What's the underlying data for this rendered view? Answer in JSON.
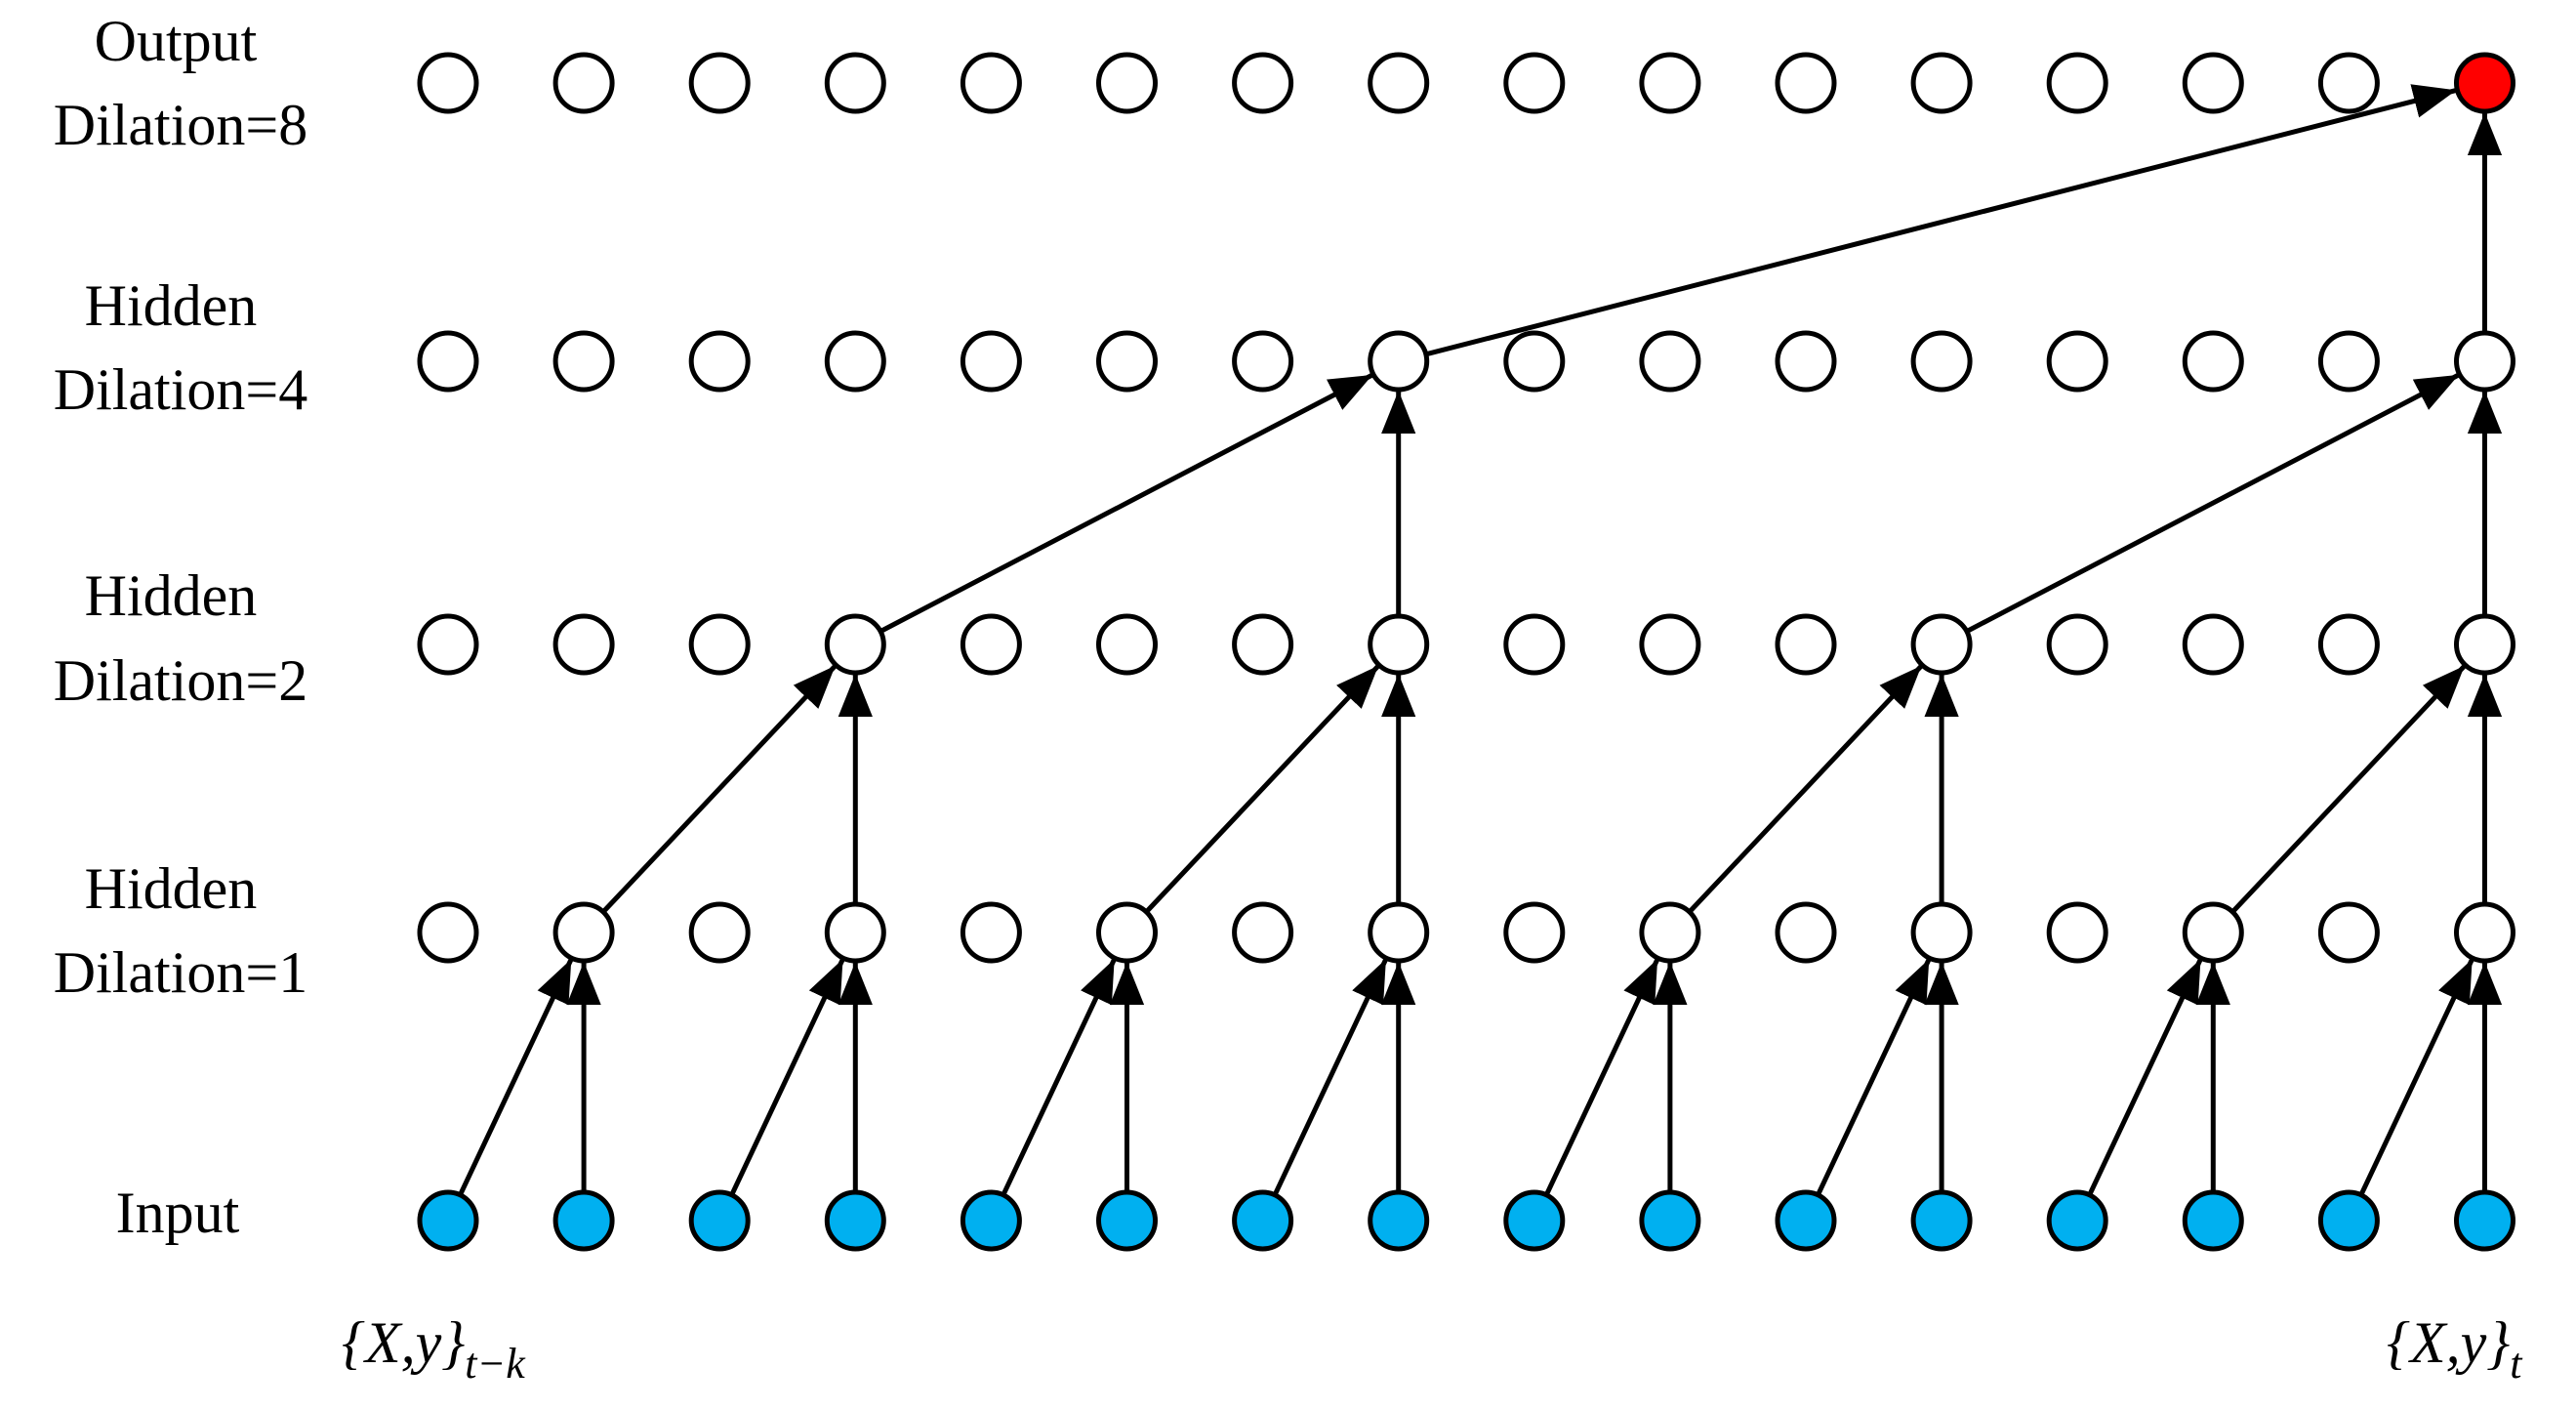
{
  "layers": [
    {
      "label_line1": "Output",
      "label_line2": "Dilation=8",
      "role": "output"
    },
    {
      "label_line1": "Hidden",
      "label_line2": "Dilation=4",
      "role": "hidden"
    },
    {
      "label_line1": "Hidden",
      "label_line2": "Dilation=2",
      "role": "hidden"
    },
    {
      "label_line1": "Hidden",
      "label_line2": "Dilation=1",
      "role": "hidden"
    },
    {
      "label_line1": "Input",
      "label_line2": "",
      "role": "input"
    }
  ],
  "nodes_per_layer": 16,
  "dilations": [
    1,
    2,
    4,
    8
  ],
  "colors": {
    "input_node": "#00b0f0",
    "hidden_node": "#ffffff",
    "output_highlight": "#ff0000",
    "stroke": "#000000"
  },
  "highlighted_output_index": 15,
  "axis": {
    "start_label": {
      "main": "{X,y}",
      "sub": "t−k"
    },
    "end_label": {
      "main": "{X,y}",
      "sub": "t"
    }
  }
}
